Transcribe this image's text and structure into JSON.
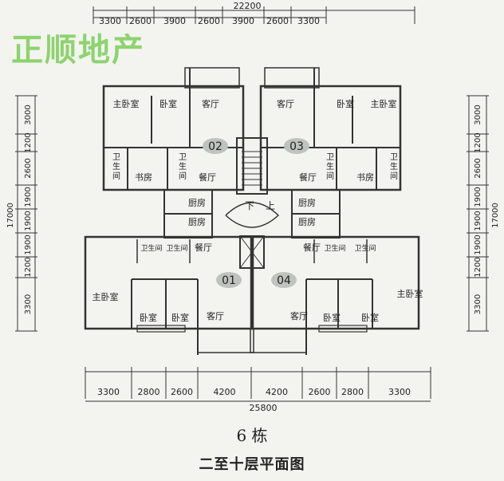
{
  "watermark": "正顺地产",
  "building": "6 栋",
  "floor_label": "二至十层平面图",
  "top_total": "22200",
  "top_dims": [
    "3300",
    "2600",
    "3900",
    "2600",
    "3900",
    "2600",
    "3300"
  ],
  "bottom_total": "25800",
  "bottom_dims": [
    "3300",
    "2800",
    "2600",
    "4200",
    "4200",
    "2600",
    "2800",
    "3300"
  ],
  "side_total": "17000",
  "side_dims": [
    "3000",
    "1200",
    "2600",
    "1900",
    "1900",
    "1900",
    "1200",
    "3300"
  ],
  "units": [
    "02",
    "03",
    "01",
    "04"
  ],
  "stair": [
    "下",
    "上"
  ],
  "rooms": {
    "master": "主卧室",
    "bed": "卧室",
    "living": "客厅",
    "bath": "卫生间",
    "bath_v": [
      "卫",
      "生",
      "间"
    ],
    "study": "书房",
    "dining": "餐厅",
    "kitchen": "厨房"
  }
}
